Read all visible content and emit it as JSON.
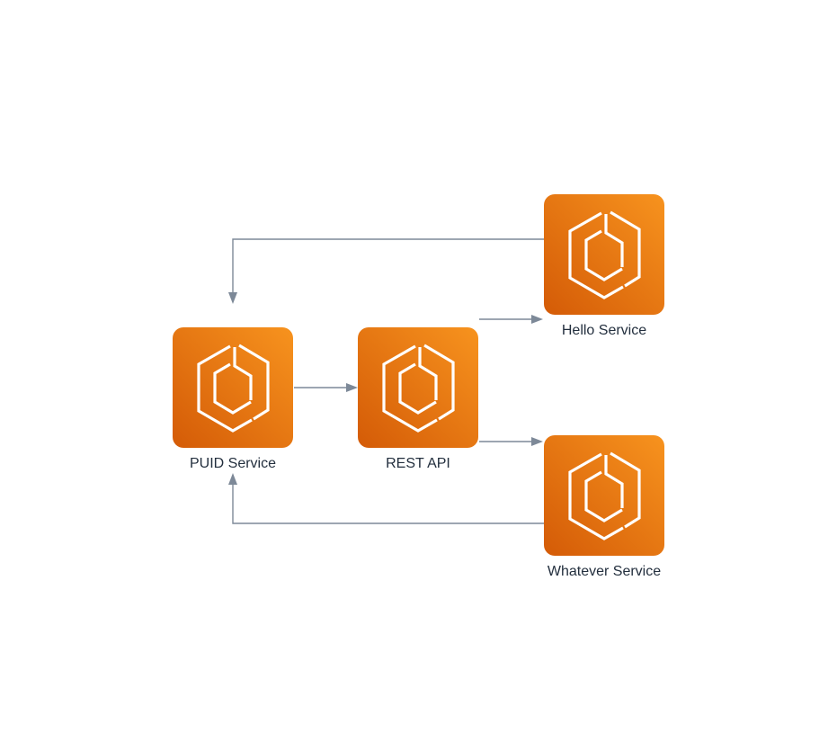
{
  "diagram": {
    "nodes": [
      {
        "id": "puid",
        "label": "PUID Service",
        "icon": "ecs-service-icon"
      },
      {
        "id": "rest",
        "label": "REST API",
        "icon": "ecs-service-icon"
      },
      {
        "id": "hello",
        "label": "Hello Service",
        "icon": "ecs-service-icon"
      },
      {
        "id": "whatever",
        "label": "Whatever Service",
        "icon": "ecs-service-icon"
      }
    ],
    "edges": [
      {
        "from": "puid",
        "to": "rest"
      },
      {
        "from": "rest",
        "to": "hello"
      },
      {
        "from": "rest",
        "to": "whatever"
      },
      {
        "from": "hello",
        "to": "puid"
      },
      {
        "from": "whatever",
        "to": "puid"
      }
    ],
    "colors": {
      "icon_gradient_start": "#f7931e",
      "icon_gradient_end": "#d45b07",
      "edge": "#7d8998",
      "label": "#232f3e",
      "background": "#ffffff"
    }
  }
}
